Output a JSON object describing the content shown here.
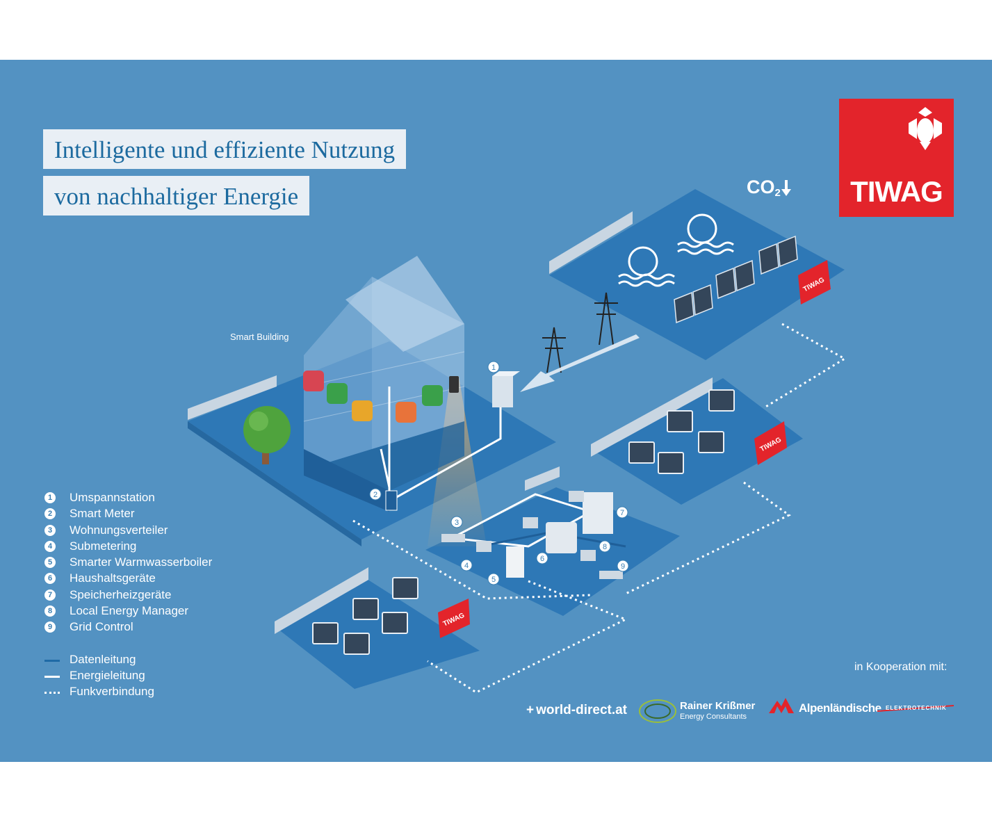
{
  "title": {
    "line1": "Intelligente und effiziente Nutzung",
    "line2": "von nachhaltiger Energie"
  },
  "logo": {
    "text": "TIWAG"
  },
  "co2": {
    "label": "CO",
    "subscript": "2"
  },
  "smart_building_label": "Smart Building",
  "legend": {
    "items": [
      {
        "number": "1",
        "label": "Umspannstation"
      },
      {
        "number": "2",
        "label": "Smart Meter"
      },
      {
        "number": "3",
        "label": "Wohnungsverteiler"
      },
      {
        "number": "4",
        "label": "Submetering"
      },
      {
        "number": "5",
        "label": "Smarter Warmwasserboiler"
      },
      {
        "number": "6",
        "label": "Haushaltsgeräte"
      },
      {
        "number": "7",
        "label": "Speicherheizgeräte"
      },
      {
        "number": "8",
        "label": "Local Energy Manager"
      },
      {
        "number": "9",
        "label": "Grid Control"
      }
    ],
    "lines": [
      {
        "type": "data",
        "label": "Datenleitung"
      },
      {
        "type": "energy",
        "label": "Energieleitung"
      },
      {
        "type": "radio",
        "label": "Funkverbindung"
      }
    ]
  },
  "diagram": {
    "markers": [
      "1",
      "2",
      "3",
      "4",
      "5",
      "6",
      "7",
      "8",
      "9"
    ],
    "sign_text": "TIWAG"
  },
  "cooperation": {
    "label": "in Kooperation mit:",
    "partners": {
      "world_direct": "world-direct.at",
      "rainer_name": "Rainer Krißmer",
      "rainer_sub": "Energy Consultants",
      "alpen": "Alpenländische",
      "elektro": "ELEKTROTECHNIK"
    }
  },
  "colors": {
    "background": "#5392c2",
    "platform": "#2e78b6",
    "platform_dark": "#1f5f99",
    "title_text": "#1c6a9f",
    "title_bg": "#e9eff5",
    "tiwag_red": "#e3242b",
    "white": "#ffffff"
  }
}
